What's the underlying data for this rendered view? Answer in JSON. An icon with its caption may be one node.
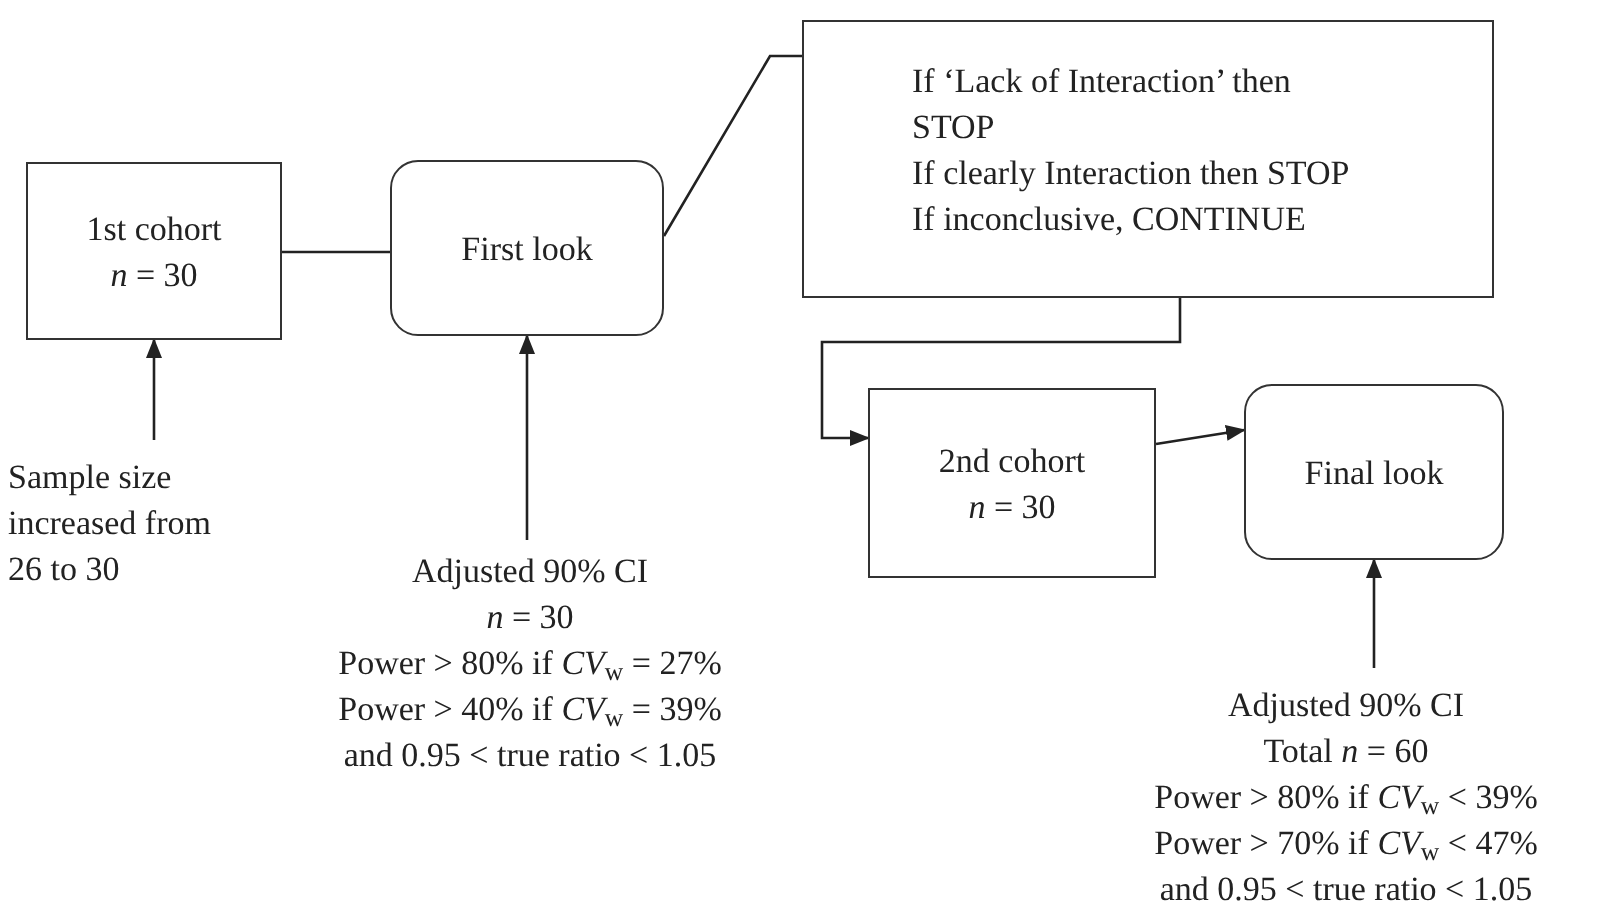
{
  "diagram": {
    "nodes": [
      {
        "text": [
          "1st cohort",
          "*n* = 30"
        ]
      },
      {
        "text": [
          "First look"
        ]
      },
      {
        "text": [
          "If ‘Lack of Interaction’ then STOP",
          "If clearly Interaction then STOP",
          "If inconclusive, CONTINUE"
        ]
      },
      {
        "text": [
          "2nd cohort",
          "*n* = 30"
        ]
      },
      {
        "text": [
          "Final look"
        ]
      },
      {
        "text": [
          "Sample size increased from 26 to 30"
        ]
      },
      {
        "text": [
          "Adjusted 90% CI",
          "*n* = 30",
          "Power > 80% if *CV*$_{w}$ = 27%",
          "Power > 40% if *CV*$_{w}$ = 39%",
          "and 0.95 < true ratio < 1.05"
        ]
      },
      {
        "text": [
          "Adjusted 90% CI",
          "Total *n* = 60",
          "Power > 80% if *CV*$_{w}$ < 39%",
          "Power > 70% if *CV*$_{w}$ < 47%",
          "and 0.95 < true ratio < 1.05"
        ]
      }
    ],
    "edges": [
      {
        "from": 0,
        "to": 1,
        "arrow": "none"
      },
      {
        "from": 1,
        "to": 2,
        "arrow": "none"
      },
      {
        "from": 2,
        "to": 3,
        "arrow": "to"
      },
      {
        "from": 3,
        "to": 4,
        "arrow": "to"
      },
      {
        "from": 5,
        "to": 0,
        "arrow": "to"
      },
      {
        "from": 6,
        "to": 1,
        "arrow": "to"
      },
      {
        "from": 7,
        "to": 4,
        "arrow": "to"
      }
    ]
  }
}
